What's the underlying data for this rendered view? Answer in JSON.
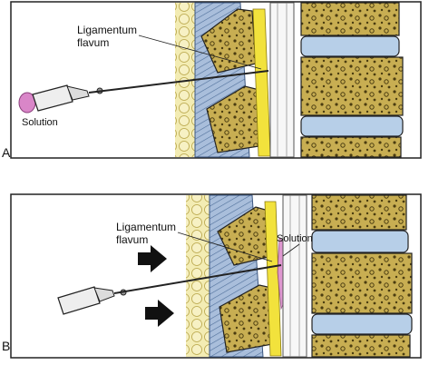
{
  "panel_a": {
    "letter": "A",
    "ligament_label_line1": "Ligamentum",
    "ligament_label_line2": "flavum",
    "solution_label": "Solution"
  },
  "panel_b": {
    "letter": "B",
    "ligament_label_line1": "Ligamentum",
    "ligament_label_line2": "flavum",
    "solution_label": "Solution"
  },
  "colors": {
    "bone": "#c9b25a",
    "bone_dark": "#8a7420",
    "disc": "#b7cfe8",
    "muscle": "#9fb6d6",
    "fat": "#f1e8a6",
    "ligament": "#f2e23c",
    "solution": "#d986c8",
    "frame": "#222222"
  }
}
